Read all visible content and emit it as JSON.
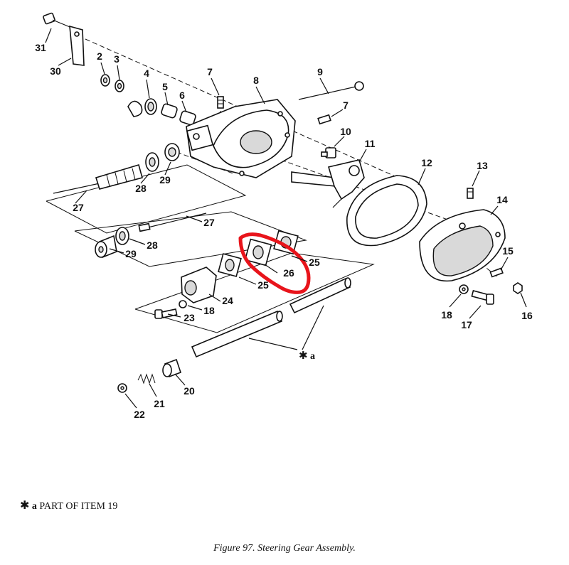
{
  "figure": {
    "caption": "Figure 97.  Steering Gear Assembly.",
    "note": {
      "symbol": "✱",
      "ref": "a",
      "text": "PART OF ITEM 19"
    },
    "group_label": {
      "symbol": "✱",
      "ref": "a"
    },
    "callouts": [
      "31",
      "30",
      "2",
      "3",
      "4",
      "5",
      "6",
      "7",
      "8",
      "9",
      "7",
      "10",
      "11",
      "12",
      "13",
      "14",
      "27",
      "28",
      "29",
      "27",
      "28",
      "29",
      "25",
      "26",
      "25",
      "24",
      "18",
      "23",
      "15",
      "16",
      "17",
      "18",
      "20",
      "21",
      "22"
    ],
    "highlight_color": "#e8141b"
  }
}
